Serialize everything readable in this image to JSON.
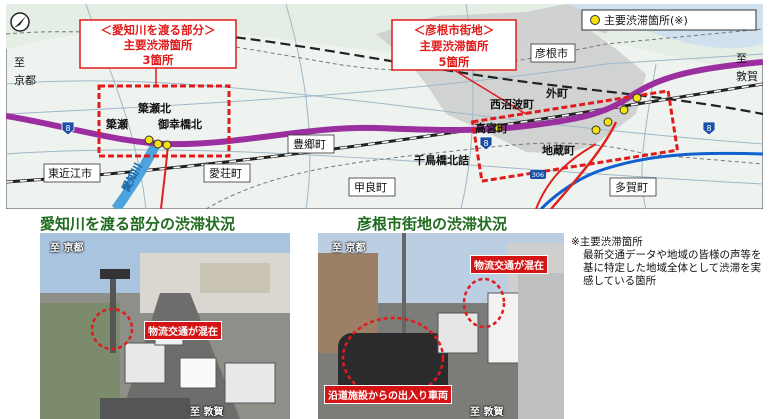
{
  "map": {
    "north_icon": "north-arrow-icon",
    "legend_label": "主要渋滞箇所(※)",
    "box_left": {
      "line1": "＜愛知川を渡る部分＞",
      "line2": "主要渋滞箇所",
      "line3": "3箇所"
    },
    "box_right": {
      "line1": "＜彦根市街地＞",
      "line2": "主要渋滞箇所",
      "line3": "5箇所"
    },
    "dir_left": {
      "to": "至",
      "place": "京都"
    },
    "dir_right": {
      "to": "至",
      "place": "敦賀"
    },
    "route_number": "8",
    "route_number_2": "306",
    "river": "愛知川",
    "places": {
      "hikone": "彦根市",
      "higashiomi": "東近江市",
      "aisho": "愛荘町",
      "toyosato": "豊郷町",
      "kora": "甲良町",
      "taga": "多賀町"
    },
    "points": {
      "yanase_kita": "簗瀬北",
      "yanase": "簗瀬",
      "gokokyo_kita": "御幸橋北",
      "takamiya": "高宮町",
      "nishinumanami": "西沼波町",
      "sotomachi": "外町",
      "jizo": "地蔵町",
      "chidorikyo": "千鳥橋北詰"
    },
    "colors": {
      "route": "#9b2fa0",
      "congestion": "#f4e20e",
      "box": "#e11b1b",
      "rail": "#222222",
      "red_road": "#e0211b",
      "blue_road": "#1060d0"
    }
  },
  "photo_titles": {
    "left": "愛知川を渡る部分の渋滞状況",
    "right": "彦根市街地の渋滞状況"
  },
  "photo_left": {
    "top_label": "至 京都",
    "bottom_label": "至 敦賀",
    "callout": "物流交通が混在"
  },
  "photo_right": {
    "top_label": "至 京都",
    "bottom_label": "至 敦賀",
    "callout": "物流交通が混在",
    "callout2": "沿道施設からの出入り車両"
  },
  "note": {
    "heading": "※主要渋滞箇所",
    "body": "最新交通データや地域の皆様の声等を基に特定した地域全体として渋滞を実感している箇所"
  }
}
